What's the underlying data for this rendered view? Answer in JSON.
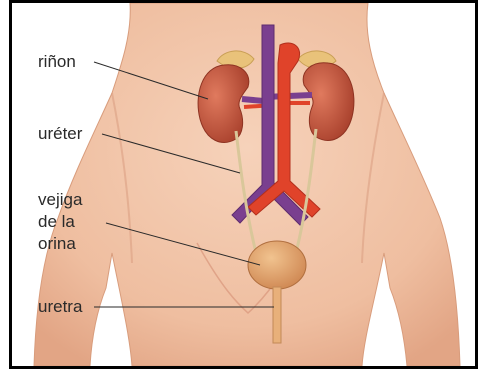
{
  "labels": {
    "kidney": "riñon",
    "ureter": "uréter",
    "bladder_line1": "vejiga",
    "bladder_line2": "de la",
    "bladder_line3": "orina",
    "urethra": "uretra"
  },
  "colors": {
    "skin": "#f2c2a4",
    "skin_shadow": "#e4a88a",
    "kidney": "#c8553d",
    "adrenal": "#e9c27a",
    "vein": "#7a3f8f",
    "artery": "#e0432a",
    "ureter": "#d9c79a",
    "bladder": "#e2a46a",
    "frame": "#000000",
    "leader_line": "#2a2a2a"
  }
}
